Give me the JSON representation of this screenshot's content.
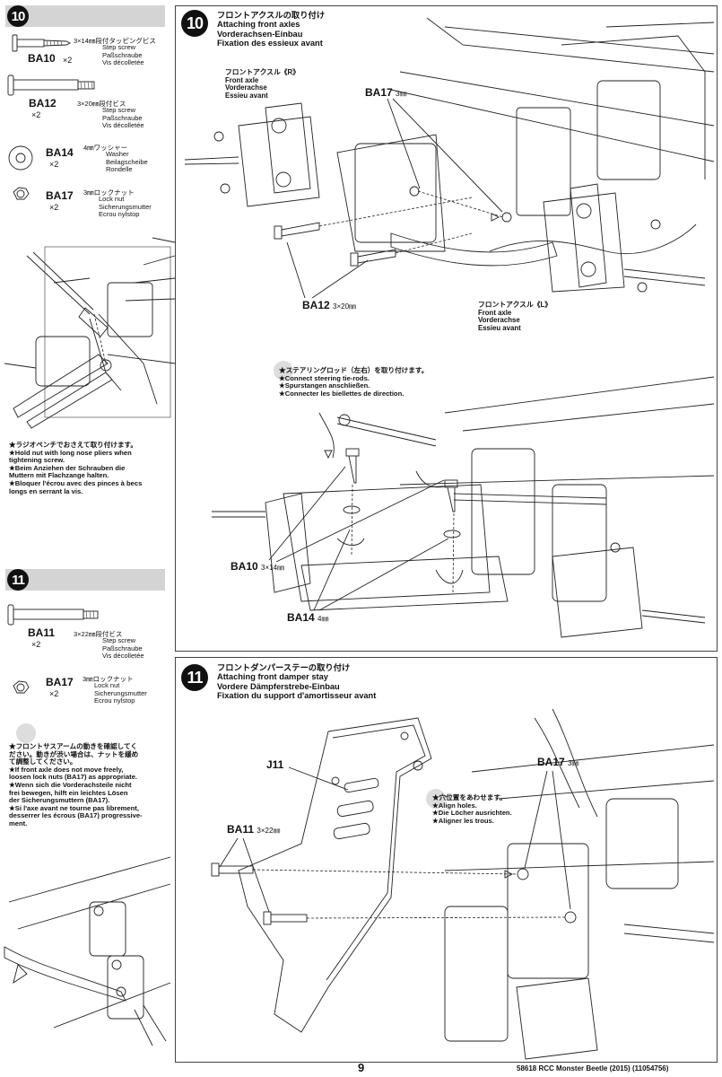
{
  "step10_side": {
    "number": "10",
    "parts": [
      {
        "code": "BA10",
        "qty": "×2",
        "size": "3×14㎜段付タッピングビス",
        "en": "Step screw",
        "de": "Paßschraube",
        "fr": "Vis décolletée"
      },
      {
        "code": "BA12",
        "qty": "×2",
        "size": "3×20㎜段付ビス",
        "en": "Step screw",
        "de": "Paßschraube",
        "fr": "Vis décolletée"
      },
      {
        "code": "BA14",
        "qty": "×2",
        "size": "4㎜ワッシャー",
        "en": "Washer",
        "de": "Beilagscheibe",
        "fr": "Rondelle"
      },
      {
        "code": "BA17",
        "qty": "×2",
        "size": "3㎜ロックナット",
        "en": "Lock nut",
        "de": "Sicherungsmutter",
        "fr": "Ecrou nylstop"
      }
    ],
    "note": [
      "★ラジオペンチでおさえて取り付けます。",
      "★Hold nut with long nose pliers when",
      "tightening screw.",
      "★Beim Anziehen der Schrauben die",
      "Muttern mit Flachzange halten.",
      "★Bloquer l'écrou avec des pinces à becs",
      "longs en serrant la vis."
    ]
  },
  "step11_side": {
    "number": "11",
    "parts": [
      {
        "code": "BA11",
        "qty": "×2",
        "size": "3×22㎜段付ビス",
        "en": "Step screw",
        "de": "Paßschraube",
        "fr": "Vis décolletée"
      },
      {
        "code": "BA17",
        "qty": "×2",
        "size": "3㎜ロックナット",
        "en": "Lock nut",
        "de": "Sicherungsmutter",
        "fr": "Ecrou nylstop"
      }
    ],
    "note": [
      "★フロントサスアームの動きを確認してく",
      "ださい。動きが渋い場合は、ナットを緩め",
      "て調整してください。",
      "★If front axle does not move freely,",
      "loosen lock nuts (BA17) as appropriate.",
      "★Wenn sich die Vorderachsteile nicht",
      "frei bewegen, hilft ein leichtes Lösen",
      "der Sicherungsmuttern (BA17).",
      "★Si l'axe avant ne tourne pas librement,",
      "desserrer les écrous (BA17) progressive-",
      "ment."
    ]
  },
  "step10_main": {
    "number": "10",
    "title": [
      "フロントアクスルの取り付け",
      "Attaching front axles",
      "Vorderachsen-Einbau",
      "Fixation des essieux avant"
    ],
    "axle_r": [
      "フロントアクスル《R》",
      "Front axle",
      "Vorderachse",
      "Essieu avant"
    ],
    "axle_l": [
      "フロントアクスル《L》",
      "Front axle",
      "Vorderachse",
      "Essieu avant"
    ],
    "ba17": {
      "code": "BA17",
      "size": "3㎜"
    },
    "ba12": {
      "code": "BA12",
      "size": "3×20㎜"
    },
    "tierod_note": [
      "★ステアリングロッド（左右）を取り付けます。",
      "★Connect steering tie-rods.",
      "★Spurstangen anschließen.",
      "★Connecter les biellettes de direction."
    ],
    "ba10": {
      "code": "BA10",
      "size": "3×14㎜"
    },
    "ba14": {
      "code": "BA14",
      "size": "4㎜"
    }
  },
  "step11_main": {
    "number": "11",
    "title": [
      "フロントダンパーステーの取り付け",
      "Attaching front damper stay",
      "Vordere Dämpferstrebe-Einbau",
      "Fixation du support d'amortisseur avant"
    ],
    "j11": "J11",
    "ba17": {
      "code": "BA17",
      "size": "3㎜"
    },
    "ba11": {
      "code": "BA11",
      "size": "3×22㎜"
    },
    "align_note": [
      "★穴位置をあわせます。",
      "★Align holes.",
      "★Die Löcher ausrichten.",
      "★Aligner les trous."
    ]
  },
  "footer": {
    "page": "9",
    "doc": "58618 RCC Monster Beetle (2015) (11054756)"
  }
}
